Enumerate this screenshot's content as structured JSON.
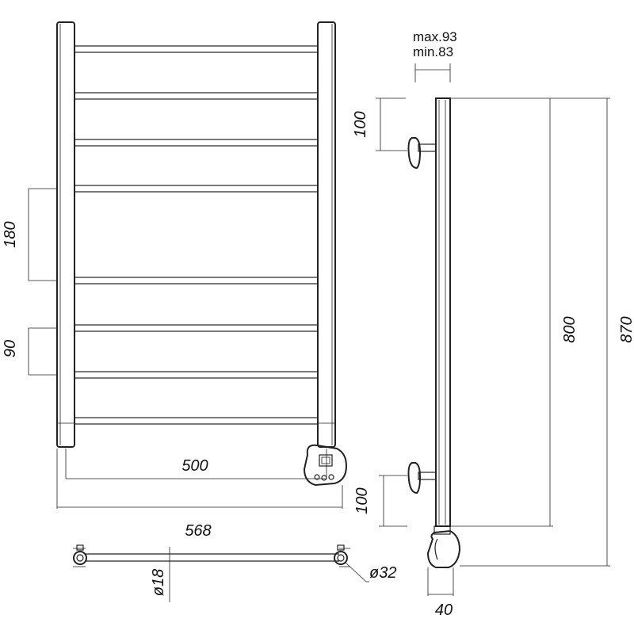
{
  "dimensions": {
    "rail_spacing_large": "180",
    "rail_spacing_small": "90",
    "center_distance": "500",
    "overall_width": "568",
    "tube_diameter": "ø18",
    "upright_diameter": "ø32",
    "bracket_top_offset": "100",
    "bracket_bottom_offset": "100",
    "wall_distance_max": "max.93",
    "wall_distance_min": "min.83",
    "height_inner": "800",
    "height_overall": "870",
    "depth": "40"
  }
}
